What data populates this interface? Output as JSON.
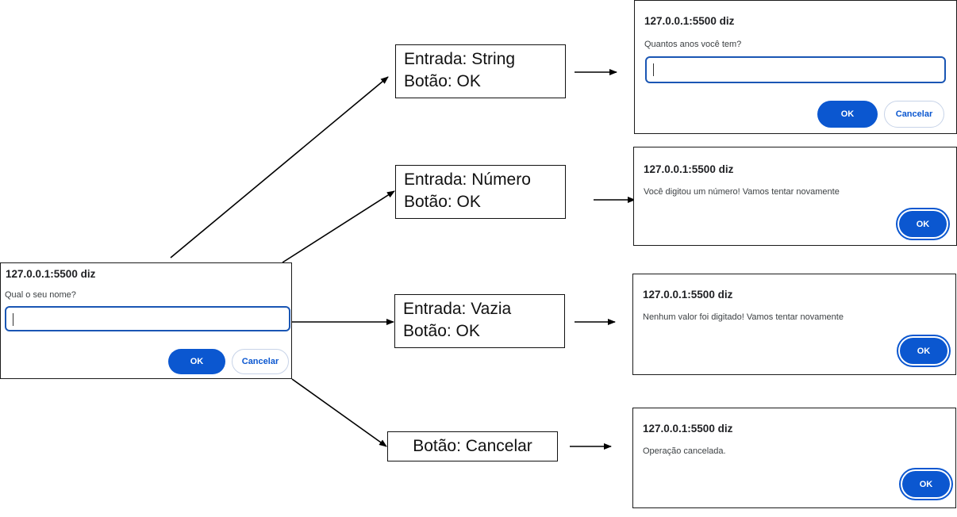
{
  "prompt_dialog": {
    "title": "127.0.0.1:5500 diz",
    "message": "Qual o seu nome?",
    "input_value": "",
    "ok_label": "OK",
    "cancel_label": "Cancelar"
  },
  "conditions": [
    {
      "line1": "Entrada: String",
      "line2": "Botão: OK"
    },
    {
      "line1": "Entrada: Número",
      "line2": "Botão: OK"
    },
    {
      "line1": "Entrada: Vazia",
      "line2": "Botão: OK"
    },
    {
      "line1": "Botão: Cancelar"
    }
  ],
  "result_dialogs": [
    {
      "title": "127.0.0.1:5500 diz",
      "message": "Quantos anos você tem?",
      "input_value": "",
      "ok_label": "OK",
      "cancel_label": "Cancelar"
    },
    {
      "title": "127.0.0.1:5500 diz",
      "message": "Você digitou um número! Vamos tentar novamente",
      "ok_label": "OK"
    },
    {
      "title": "127.0.0.1:5500 diz",
      "message": "Nenhum valor foi digitado! Vamos tentar novamente",
      "ok_label": "OK"
    },
    {
      "title": "127.0.0.1:5500 diz",
      "message": "Operação cancelada.",
      "ok_label": "OK"
    }
  ]
}
